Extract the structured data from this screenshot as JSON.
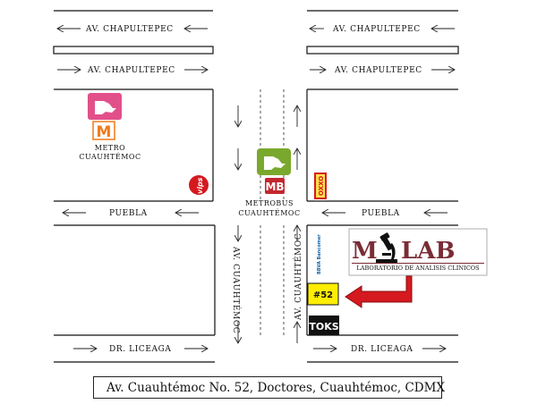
{
  "streets": {
    "chapultepec_top": "AV. CHAPULTEPEC",
    "chapultepec_bottom": "AV. CHAPULTEPEC",
    "puebla": "PUEBLA",
    "cuauhtemoc_vertical": "AV. CUAUHTÉMOC",
    "liceaga": "DR. LICEAGA"
  },
  "places": {
    "metro": {
      "line1": "METRO",
      "line2": "CUAUHTÉMOC"
    },
    "metrobus": {
      "line1": "METROBUS",
      "line2": "CUAUHTÉMOC"
    },
    "lab": {
      "brand_left": "M",
      "brand_right": "LAB",
      "subtitle": "LABORATORIO DE ANALISIS CLINICOS"
    },
    "number_badge": "#52",
    "vips_logo": "vips",
    "oxxo_logo": "OXXO",
    "bbva_logo": "BBVA Bancomer",
    "toks_logo": "TOKS",
    "metro_logo": "M",
    "metrobus_logo": "MB"
  },
  "address": "Av. Cuauhtémoc No. 52, Doctores, Cuauhtémoc, CDMX",
  "colors": {
    "metro_pink": "#e2508a",
    "metro_orange": "#f07a1a",
    "metrobus_green": "#7aa82c",
    "metrobus_red": "#c3272f",
    "lab_maroon": "#7a2c35",
    "pointer_red": "#d4191f",
    "badge_yellow": "#ffee00"
  }
}
